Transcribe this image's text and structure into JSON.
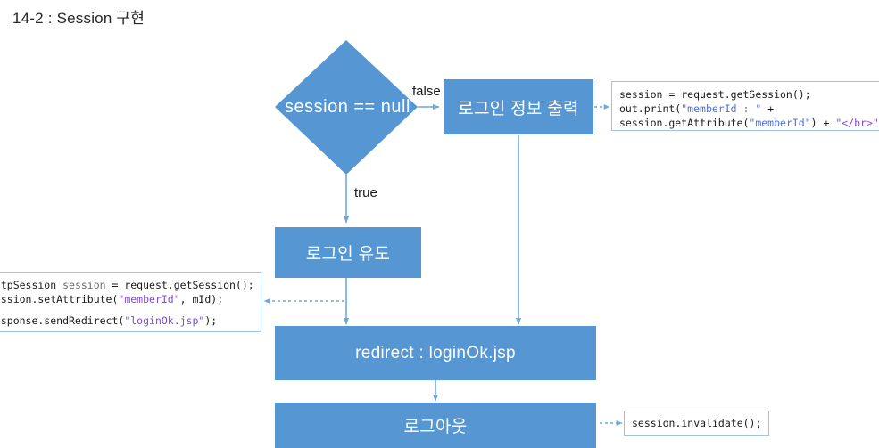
{
  "slide": {
    "title": "14-2 : Session 구현"
  },
  "colors": {
    "box_fill": "#5596D3",
    "box_text": "#FFFFFF",
    "connector": "#6FA8DC",
    "code_border": "#9EC3E6",
    "string_blue": "#4C6FE0",
    "string_purple": "#7B4CD8",
    "title_text": "#262626"
  },
  "nodes": {
    "decision": {
      "label": "session == null",
      "shape": "diamond"
    },
    "print_login_info": {
      "label": "로그인 정보 출력",
      "shape": "process"
    },
    "induce_login": {
      "label": "로그인 유도",
      "shape": "process"
    },
    "redirect": {
      "label": "redirect : loginOk.jsp",
      "shape": "process"
    },
    "logout": {
      "label": "로그아웃",
      "shape": "process"
    }
  },
  "edges": {
    "false_label": "false",
    "true_label": "true"
  },
  "code_blocks": {
    "top_right": {
      "line1_a": "session = request.getSession();",
      "line2_a": "out.print(",
      "line2_str": "\"memberId : \"",
      "line2_b": " +",
      "line3_a": "session.getAttribute(",
      "line3_str1": "\"memberId\"",
      "line3_b": ") + ",
      "line3_str2": "\"</br>\"",
      "line3_c": ");"
    },
    "left": {
      "line1_type": "HttpSession",
      "line1_var": " session ",
      "line1_rest": "= request.getSession();",
      "line2_a": "session.setAttribute(",
      "line2_str": "\"memberId\"",
      "line2_b": ", mId);",
      "line3_a": "response.sendRedirect(",
      "line3_str": "\"loginOk.jsp\"",
      "line3_b": ");"
    },
    "bottom_right": {
      "line1": "session.invalidate();"
    }
  }
}
